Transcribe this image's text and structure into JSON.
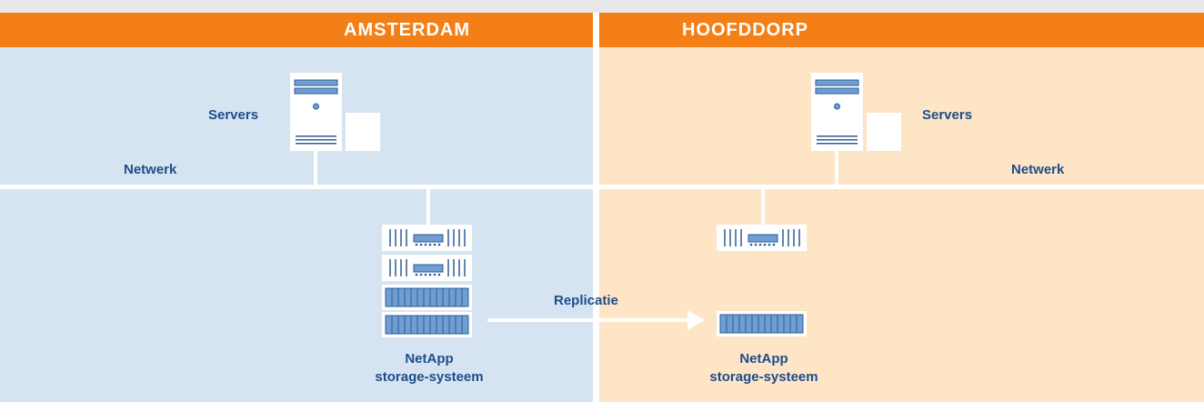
{
  "sites": {
    "left": {
      "name": "AMSTERDAM"
    },
    "right": {
      "name": "HOOFDDORP"
    }
  },
  "labels": {
    "servers_left": "Servers",
    "servers_right": "Servers",
    "network_left": "Netwerk",
    "network_right": "Netwerk",
    "replication": "Replicatie",
    "storage_left_line1": "NetApp",
    "storage_left_line2": "storage-systeem",
    "storage_right_line1": "NetApp",
    "storage_right_line2": "storage-systeem"
  },
  "colors": {
    "header": "#f47f16",
    "left_zone": "#d6e4f2",
    "right_zone": "#fde5c6",
    "text": "#1d4d8b",
    "device_blue": "#6f9ed3",
    "device_dark": "#2c5d95"
  }
}
